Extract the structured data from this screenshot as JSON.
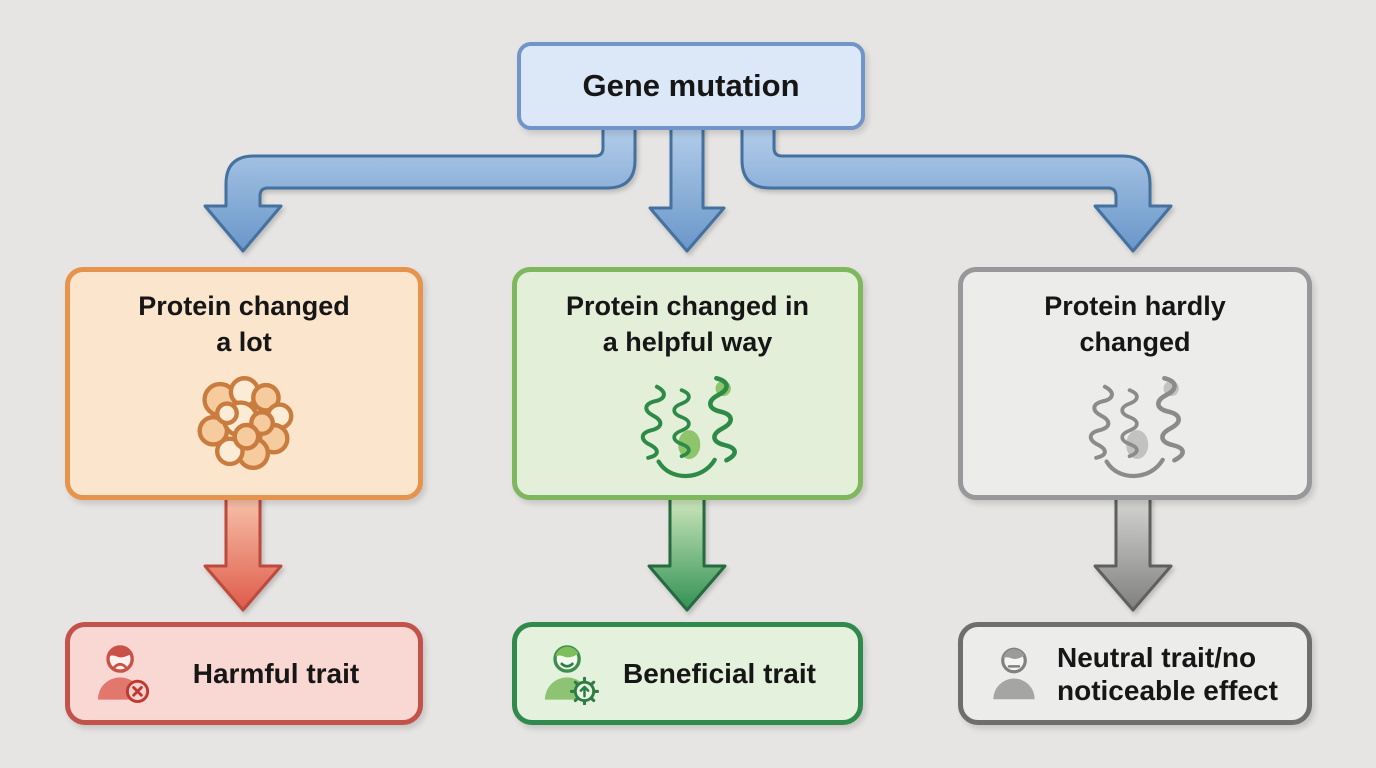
{
  "background": "#E6E5E3",
  "root_box": {
    "label": "Gene mutation",
    "fill": "#DCE8F7",
    "border": "#7195C8"
  },
  "branch_arrows": {
    "fill_light": "#B7D0EC",
    "fill_dark": "#6593C7",
    "outline": "#44719F"
  },
  "columns": [
    {
      "key": "harmful",
      "protein_box": {
        "lines": [
          "Protein changed",
          "a lot"
        ],
        "fill": "#FBE6CD",
        "border": "#E6934E",
        "icon": "scrambled-protein-icon",
        "icon_color": "#C97C3D"
      },
      "down_arrow": {
        "fill_light": "#F7C2AA",
        "fill_dark": "#DE5948",
        "outline": "#BE4A3E"
      },
      "trait_box": {
        "lines": [
          "Harmful trait"
        ],
        "fill": "#F9D7D3",
        "border": "#C2524A",
        "icon": "person-sad-x-icon",
        "icon_color": "#C95248"
      }
    },
    {
      "key": "beneficial",
      "protein_box": {
        "lines": [
          "Protein changed in",
          "a helpful way"
        ],
        "fill": "#E3EFD9",
        "border": "#7FB75E",
        "icon": "ribbon-protein-icon",
        "icon_color": "#2E8B47"
      },
      "down_arrow": {
        "fill_light": "#CFE7BD",
        "fill_dark": "#2E9052",
        "outline": "#256B3F"
      },
      "trait_box": {
        "lines": [
          "Beneficial trait"
        ],
        "fill": "#E4F1DC",
        "border": "#2F8A4C",
        "icon": "person-happy-gear-icon",
        "icon_color": "#3E8F4F"
      }
    },
    {
      "key": "neutral",
      "protein_box": {
        "lines": [
          "Protein hardly",
          "changed"
        ],
        "fill": "#ECECEA",
        "border": "#98989A",
        "icon": "ribbon-protein-icon",
        "icon_color": "#8B8B89"
      },
      "down_arrow": {
        "fill_light": "#D6D6D4",
        "fill_dark": "#7E7E7C",
        "outline": "#5F5F5F"
      },
      "trait_box": {
        "lines": [
          "Neutral trait/no",
          "noticeable effect"
        ],
        "fill": "#ECECEA",
        "border": "#6E6E6C",
        "icon": "person-neutral-icon",
        "icon_color": "#808080"
      }
    }
  ]
}
